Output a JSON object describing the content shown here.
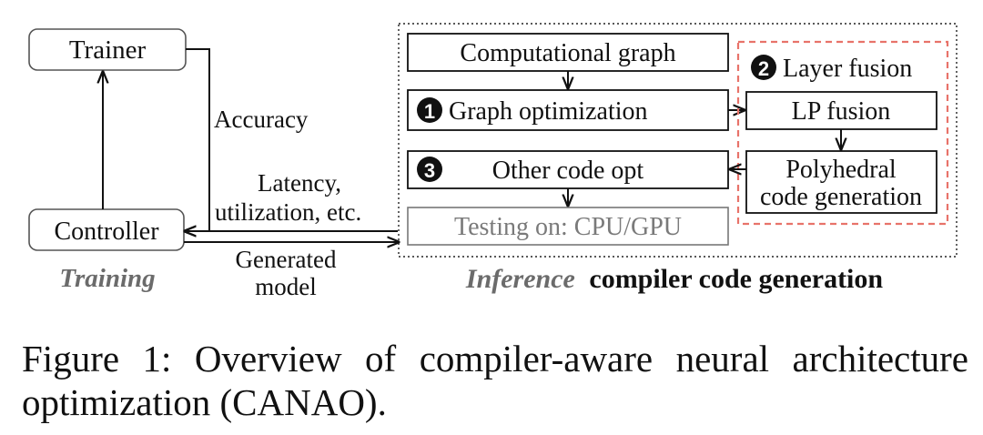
{
  "training": {
    "trainer": "Trainer",
    "controller": "Controller",
    "section_label": "Training"
  },
  "edges": {
    "accuracy": "Accuracy",
    "latency_line1": "Latency,",
    "latency_line2": "utilization, etc.",
    "generated_line1": "Generated",
    "generated_line2": "model"
  },
  "inference": {
    "computational_graph": "Computational graph",
    "graph_optimization": "Graph optimization",
    "layer_fusion": "Layer fusion",
    "lp_fusion": "LP fusion",
    "polyhedral_line1": "Polyhedral",
    "polyhedral_line2": "code generation",
    "other_code_opt": "Other code opt",
    "testing": "Testing on: CPU/GPU",
    "section_label_italic": "Inference",
    "section_label_bold": "compiler code generation",
    "badge_1": "1",
    "badge_2": "2",
    "badge_3": "3"
  },
  "caption": "Figure 1: Overview of compiler-aware neural architecture optimization (CANAO).",
  "colors": {
    "fusion_border": "#e8736a",
    "testing_text": "#7a7a7a",
    "training_label": "#6b6b6b"
  }
}
